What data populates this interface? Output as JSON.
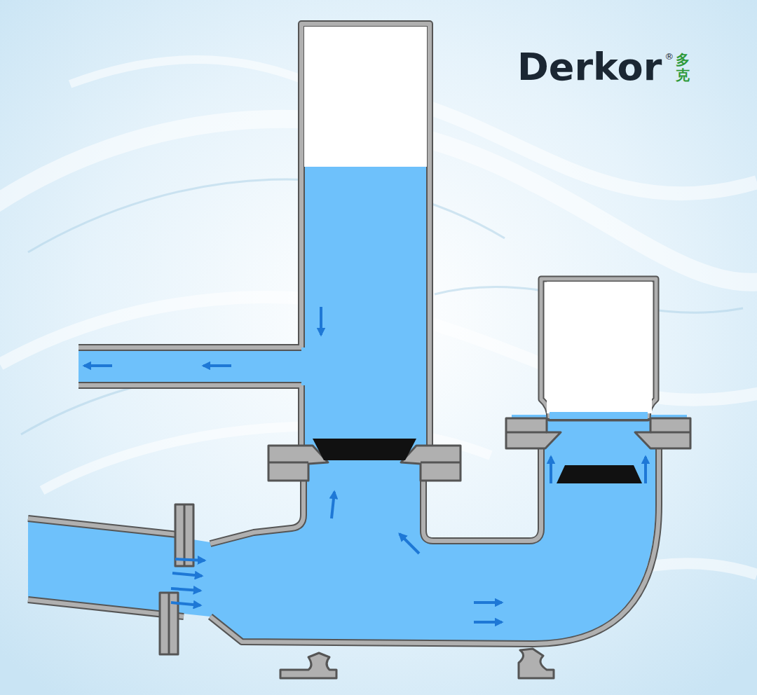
{
  "diagram": {
    "labels": [
      "Derkor",
      "®",
      "多克"
    ]
  }
}
